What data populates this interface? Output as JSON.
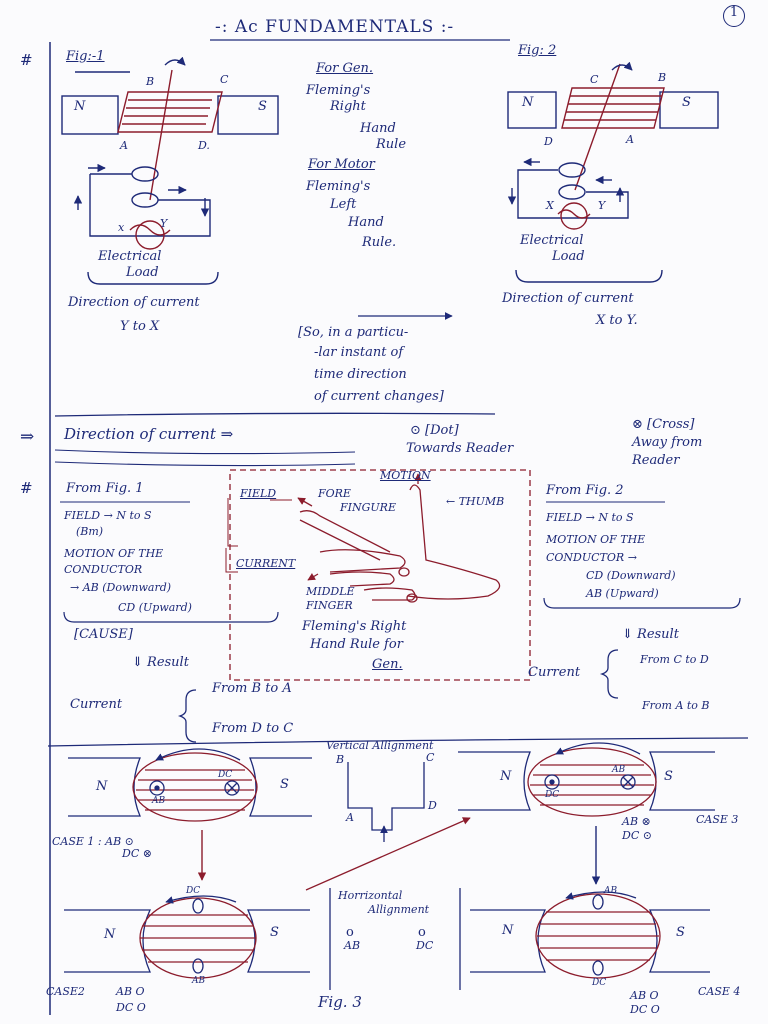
{
  "header": {
    "title": "-: Ac FUNDAMENTALS :-",
    "page_number": "1"
  },
  "fig1": {
    "label": "Fig:-1",
    "hash": "#",
    "pole_n": "N",
    "pole_s": "S",
    "pt_a": "A",
    "pt_b": "B",
    "pt_c": "C",
    "pt_d": "D.",
    "pt_x": "x",
    "pt_y": "Y",
    "load": [
      "Electrical",
      "Load"
    ],
    "direction": [
      "Direction of current",
      "Y to X"
    ]
  },
  "rules": {
    "gen_title": "For Gen.",
    "gen_rule": [
      "Fleming's",
      "Right",
      "Hand",
      "Rule"
    ],
    "motor_title": "For Motor",
    "motor_rule": [
      "Fleming's",
      "Left",
      "Hand",
      "Rule."
    ]
  },
  "fig2": {
    "label": "Fig: 2",
    "pole_n": "N",
    "pole_s": "S",
    "pt_a": "A",
    "pt_b": "B",
    "pt_c": "C",
    "pt_d": "D",
    "pt_x": "X",
    "pt_y": "Y",
    "load": [
      "Electrical",
      "Load"
    ],
    "direction": [
      "Direction of current",
      "X to Y."
    ]
  },
  "note": [
    "[So, in a particu-",
    "-lar instant of",
    "time direction",
    "of current changes]"
  ],
  "convention": {
    "arrow": "⇒",
    "text": "Direction of current ⇒",
    "dot": "⊙ [Dot]",
    "dot_desc": "Towards Reader",
    "cross": "⊗ [Cross]",
    "cross_desc": [
      "Away from",
      "Reader"
    ]
  },
  "left_block": {
    "hash": "#",
    "title": "From Fig. 1",
    "field": "FIELD → N to S",
    "bm": "(Bm)",
    "motion": [
      "MOTION OF THE",
      "CONDUCTOR"
    ],
    "ab": "→ AB (Downward)",
    "cd": "CD (Upward)",
    "cause": "[CAUSE]",
    "result": "⇓ Result",
    "current": "Current",
    "from1": "From B to A",
    "from2": "From D to C"
  },
  "hand": {
    "motion": "MOTION",
    "field": "FIELD",
    "fore": [
      "FORE",
      "FINGURE"
    ],
    "thumb": "← THUMB",
    "current": "CURRENT",
    "middle": [
      "MIDDLE",
      "FINGER"
    ],
    "caption": [
      "Fleming's Right",
      "Hand Rule for",
      "Gen."
    ]
  },
  "right_block": {
    "title": "From Fig. 2",
    "field": "FIELD → N to S",
    "motion": [
      "MOTION OF THE",
      "CONDUCTOR →"
    ],
    "cd": "CD (Downward)",
    "ab": "AB (Upward)",
    "result": "⇓ Result",
    "current": "Current",
    "from1": "From C to D",
    "from2": "From A to B"
  },
  "fig3": {
    "vertical": "Vertical Allignment",
    "v_b": "B",
    "v_c": "C",
    "v_a": "A",
    "v_d": "D",
    "horizontal": [
      "Horrizontal",
      "Allignment"
    ],
    "h_ab": "AB",
    "h_dc": "DC",
    "caption": "Fig. 3",
    "case1": [
      "CASE 1 : AB ⊙",
      "DC ⊗"
    ],
    "case2": [
      "CASE2",
      "AB O",
      "DC O"
    ],
    "case3": [
      "AB ⊗",
      "DC ⊙",
      "CASE 3"
    ],
    "case4": [
      "AB O",
      "DC O",
      "CASE 4"
    ],
    "lbl_n": "N",
    "lbl_s": "S",
    "lbl_ab": "AB",
    "lbl_dc": "DC"
  }
}
